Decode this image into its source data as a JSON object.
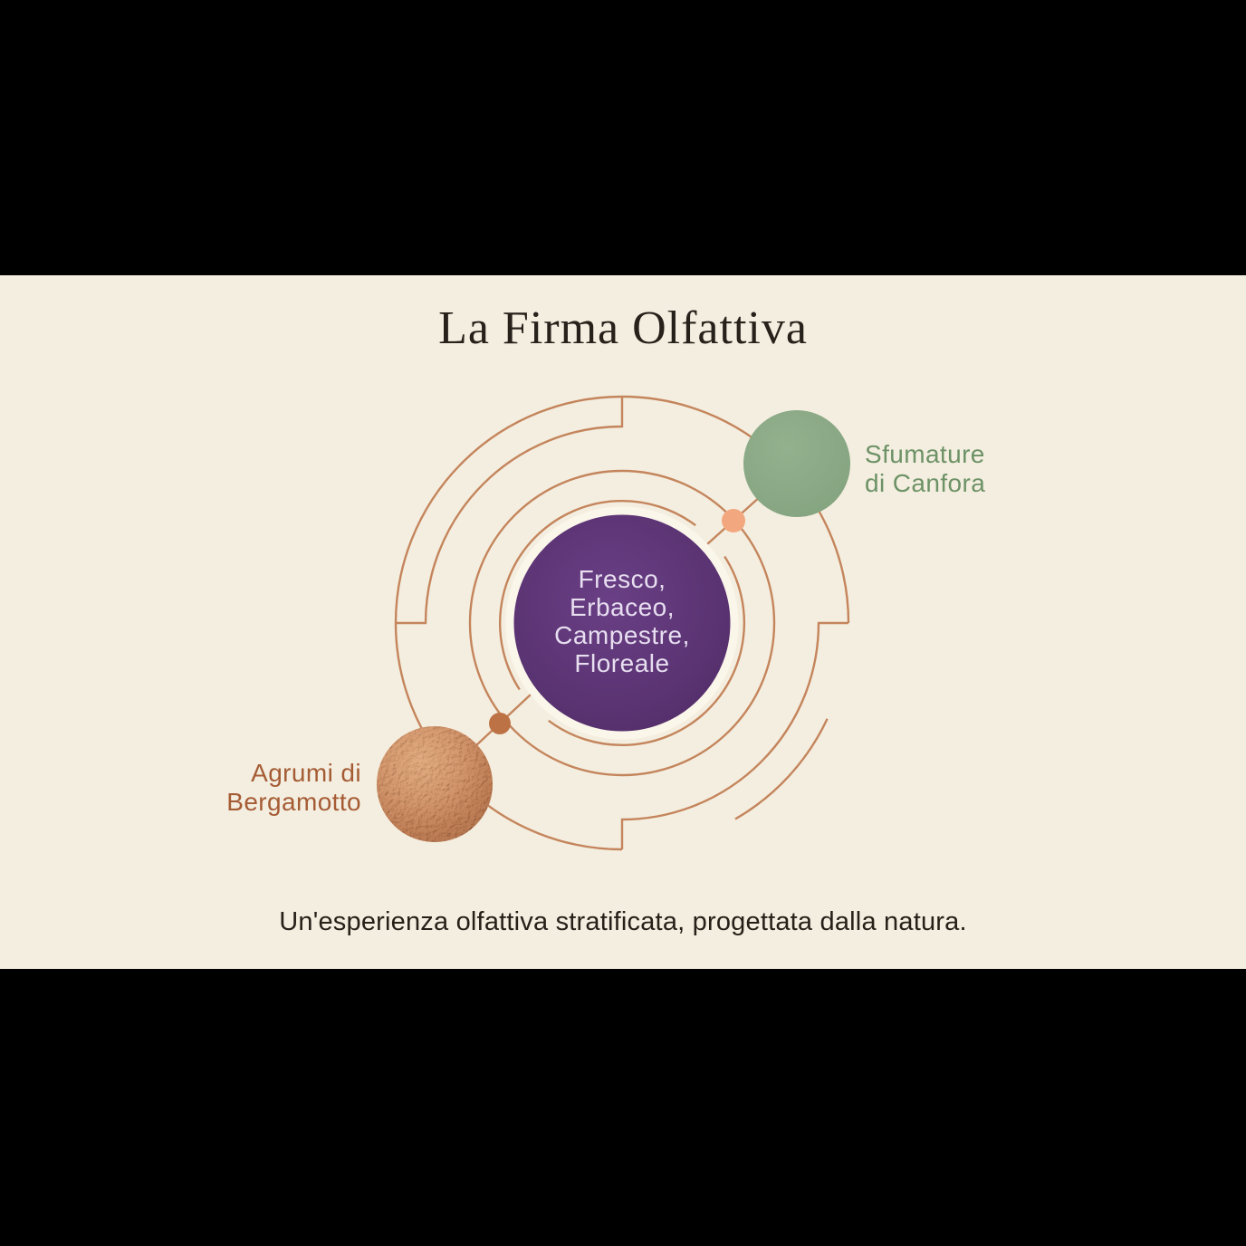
{
  "title": "La Firma Olfattiva",
  "caption": "Un'esperienza olfattiva stratificata, progettata dalla natura.",
  "center_circle": {
    "lines": [
      "Fresco,",
      "Erbaceo,",
      "Campestre,",
      "Floreale"
    ],
    "fill_color": "#5b3473",
    "text_color": "#e7def0"
  },
  "nodes": {
    "canfora": {
      "label_lines": [
        "Sfumature",
        "di Canfora"
      ],
      "circle_color": "#8baa86",
      "text_color": "#6d9266"
    },
    "bergamotto": {
      "label_lines": [
        "Agrumi di",
        "Bergamotto"
      ],
      "circle_color": "#c07a4c",
      "text_color": "#a55c35"
    }
  },
  "colors": {
    "background": "#f4eee0",
    "letterbox": "#000000",
    "ring_copper": "#c4855c",
    "junction_dot_light": "#f2a77e",
    "junction_dot_dark": "#bd7246",
    "title_text": "#27211b",
    "caption_text": "#262019",
    "halo_ring": "#fbf6ea"
  }
}
